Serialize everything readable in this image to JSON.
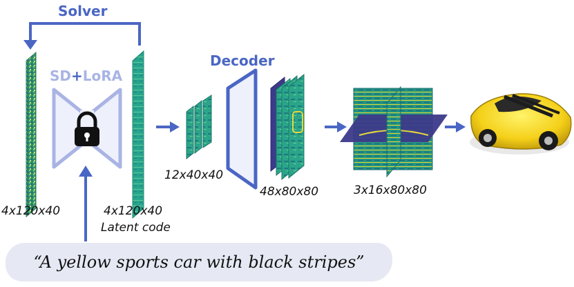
{
  "labels": {
    "solver": "Solver",
    "sd": "SD",
    "plus": "+",
    "lora": "LoRA",
    "decoder": "Decoder",
    "noise_dim": "4x120x40",
    "latent_dim": "4x120x40",
    "latent_caption": "Latent code",
    "feat1_dim": "12x40x40",
    "feat2_dim": "48x80x80",
    "triplane_dim": "3x16x80x80"
  },
  "prompt": "“A yellow sports car with black stripes”",
  "icons": {
    "lock": "lock-icon",
    "car": "sports-car-icon"
  },
  "colors": {
    "accent_blue": "#4a66c4",
    "sd_lora_light": "#a9b4e4",
    "feature_teal": "#2aa58a",
    "noise_green": "#2f9a6a",
    "plane_purple": "#3c3a8a",
    "car_yellow": "#f4d019"
  }
}
